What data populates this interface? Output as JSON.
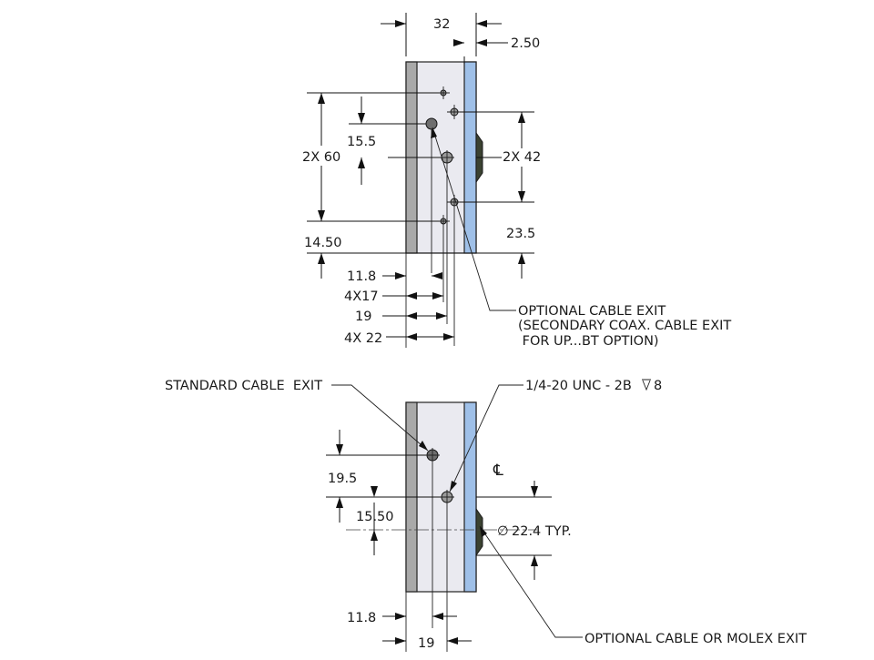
{
  "top_view": {
    "width_dim": "32",
    "plate_dim": "2.50",
    "hole_pitch_left": "2X 60",
    "hole_offset": "15.5",
    "hole_pitch_right": "2X 42",
    "bottom_left": "14.50",
    "bottom_right": "23.5",
    "h_dim_1": "11.8",
    "h_dim_2": "4X17",
    "h_dim_3": "19",
    "h_dim_4": "4X 22",
    "callout_lines": [
      "OPTIONAL CABLE EXIT",
      "(SECONDARY COAX. CABLE EXIT",
      " FOR UP...BT OPTION)"
    ]
  },
  "bottom_view": {
    "standard_exit": "STANDARD CABLE  EXIT",
    "thread_callout": "1/4-20 UNC - 2B",
    "thread_depth": "8",
    "centerline_symbol": "℄",
    "dim_vertical_1": "19.5",
    "dim_vertical_2": "15.50",
    "diameter_symbol": "∅",
    "diameter_value": "22.4 TYP.",
    "h_dim_1": "11.8",
    "h_dim_2": "19",
    "optional_exit": "OPTIONAL CABLE OR MOLEX EXIT"
  },
  "colors": {
    "body": "#eaeaf0",
    "gray_strip": "#a9a9a9",
    "blue_strip": "#9fc0e8",
    "connector": "#3b4231"
  }
}
